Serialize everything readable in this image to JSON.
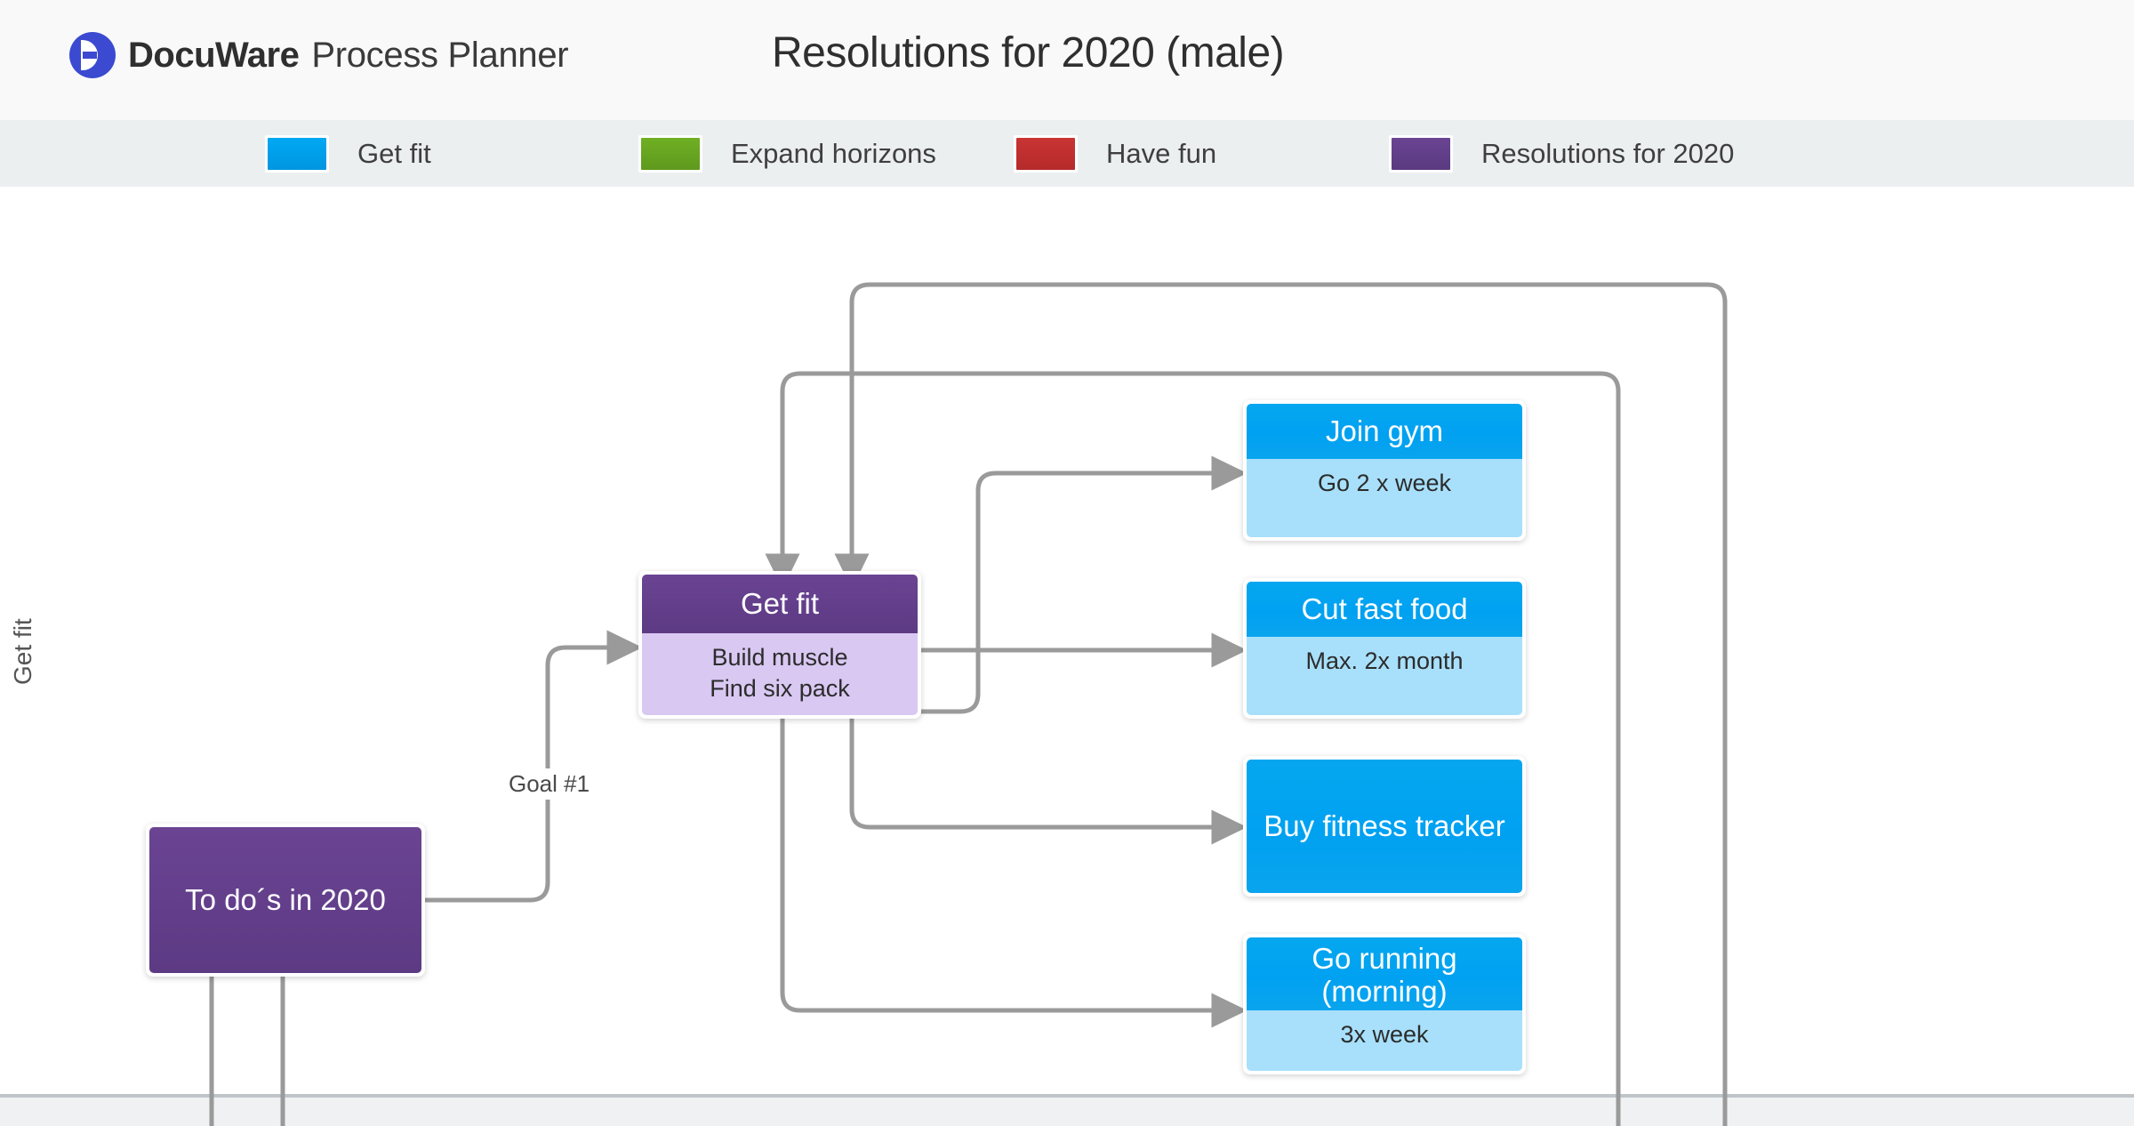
{
  "header": {
    "brand_name": "DocuWare",
    "brand_sub": "Process Planner",
    "logo_icon": "docuware-logo-icon",
    "doc_title": "Resolutions for 2020 (male)"
  },
  "legend": {
    "items": [
      {
        "label": "Get fit",
        "color": "#00a8f3"
      },
      {
        "label": "Expand horizons",
        "color": "#68a920"
      },
      {
        "label": "Have fun",
        "color": "#c32f2f"
      },
      {
        "label": "Resolutions for 2020",
        "color": "#5f3f90"
      }
    ]
  },
  "canvas": {
    "lane_label": "Get fit",
    "edge_labels": [
      {
        "text": "Goal #1"
      }
    ],
    "nodes": [
      {
        "id": "todos-2020",
        "title": "To do´s in 2020",
        "subtitle": "",
        "color": "#5f3f90",
        "style": "solid-purple"
      },
      {
        "id": "get-fit",
        "title": "Get fit",
        "subtitle": "Build muscle\nFind six pack",
        "color": "#5f3f90",
        "style": "split-purple"
      },
      {
        "id": "join-gym",
        "title": "Join gym",
        "subtitle": "Go 2 x week",
        "color": "#00a8f3",
        "style": "split-blue"
      },
      {
        "id": "cut-fast-food",
        "title": "Cut fast food",
        "subtitle": "Max. 2x month",
        "color": "#00a8f3",
        "style": "split-blue"
      },
      {
        "id": "buy-fitness-tracker",
        "title": "Buy fitness tracker",
        "subtitle": "",
        "color": "#00a8f3",
        "style": "solid-blue"
      },
      {
        "id": "go-running",
        "title": "Go running\n(morning)",
        "subtitle": "3x week",
        "color": "#00a8f3",
        "style": "split-blue"
      }
    ]
  },
  "colors": {
    "header_bg": "#f9f9f9",
    "legend_bg": "#eceff0",
    "canvas_bg": "#ffffff",
    "connector": "#9a9a9a",
    "divider": "#bfc5c9"
  }
}
